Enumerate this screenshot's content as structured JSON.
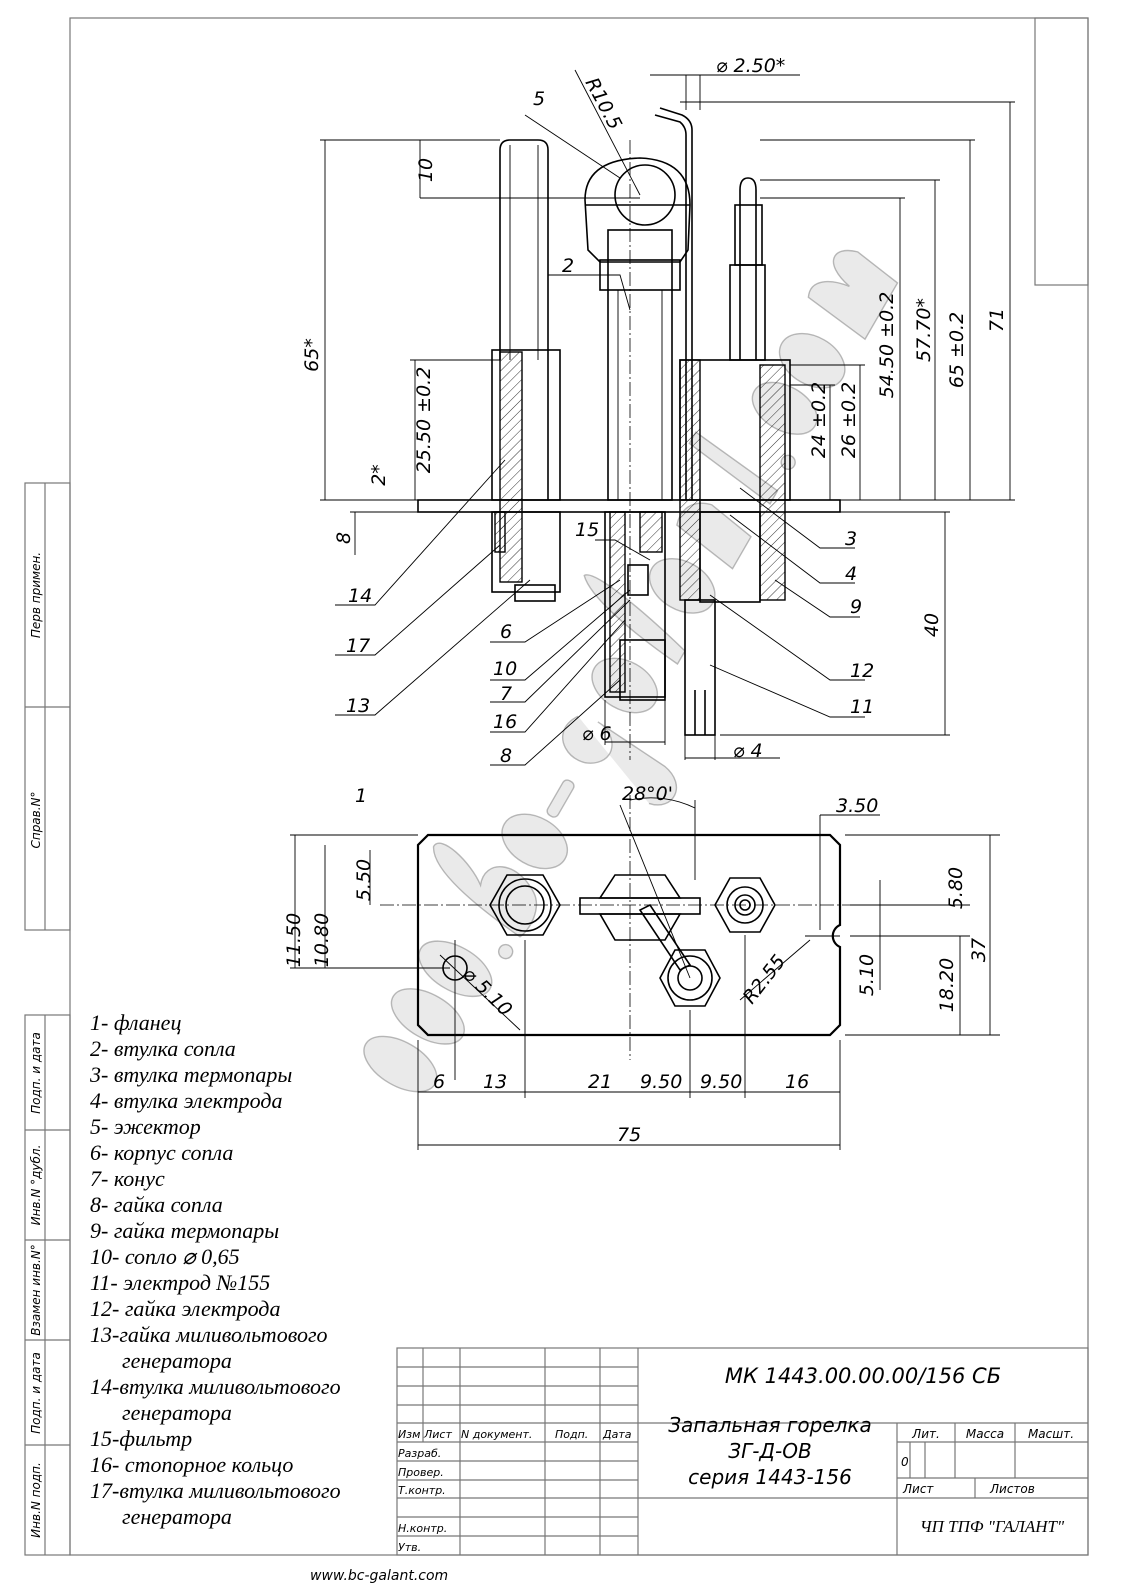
{
  "title_block": {
    "designation": "МК 1443.00.00.00/156 СБ",
    "name_line1": "Запальная горелка",
    "name_line2": "ЗГ-Д-ОВ",
    "name_line3": "серия 1443-156",
    "col_headers": [
      "Изм",
      "Лист",
      "N документ.",
      "Подп.",
      "Дата"
    ],
    "rows": [
      "Разраб.",
      "Провер.",
      "Т.контр.",
      "Н.контр.",
      "Утв."
    ],
    "lit_label": "Лит.",
    "mass_label": "Масса",
    "scale_label": "Масшт.",
    "lit_value": "0",
    "sheet_label": "Лист",
    "sheets_label": "Листов",
    "company": "ЧП ТПФ \"ГАЛАНТ\""
  },
  "side_strip": [
    "Перв примен.",
    "Справ.N°",
    "Подп. и дата",
    "Инв.N °дубл.",
    "Взамен инв.N°",
    "Подп. и дата",
    "Инв.N подп."
  ],
  "legend": [
    "1- фланец",
    "2- втулка сопла",
    "3- втулка термопары",
    "4- втулка электрода",
    "5- эжектор",
    "6- корпус сопла",
    "7- конус",
    "8- гайка сопла",
    "9- гайка термопары",
    "10- сопло ⌀ 0,65",
    "11- электрод №155",
    "12- гайка электрода",
    "13-гайка миливольтового",
    "генератора",
    "14-втулка миливольтового",
    "генератора",
    "15-фильтр",
    "16- стопорное кольцо",
    "17-втулка миливольтового",
    "генератора"
  ],
  "dimensions_top": {
    "d250": "⌀ 2.50*",
    "r105": "R10.5",
    "d10": "10",
    "d65s": "65*",
    "d2550": "25.50 ±0.2",
    "d2s": "2*",
    "d8": "8",
    "d5450": "54.50 ±0.2",
    "d5770": "57.70*",
    "d65": "65 ±0.2",
    "d71": "71",
    "d24": "24 ±0.2",
    "d26": "26 ±0.2",
    "d40": "40",
    "phi6": "⌀ 6",
    "phi4": "⌀ 4"
  },
  "dimensions_bottom": {
    "a": "28°0'",
    "d350": "3.50",
    "d1150": "11.50",
    "d1080": "10.80",
    "d550": "5.50",
    "d580": "5.80",
    "d37": "37",
    "d1820": "18.20",
    "d510": "5.10",
    "r255": "R2.55",
    "phi510": "⌀ 5.10",
    "d6": "6",
    "d13": "13",
    "d21": "21",
    "d950a": "9.50",
    "d950b": "9.50",
    "d16": "16",
    "d75": "75"
  },
  "balloons": {
    "b1": "1",
    "b2": "2",
    "b3": "3",
    "b4": "4",
    "b5": "5",
    "b6": "6",
    "b7": "7",
    "b8": "8",
    "b9": "9",
    "b10": "10",
    "b11": "11",
    "b12": "12",
    "b13": "13",
    "b14": "14",
    "b15": "15",
    "b16": "16",
    "b17": "17"
  },
  "watermark": "www.bc-galant.com",
  "footer_url": "www.bc-galant.com"
}
